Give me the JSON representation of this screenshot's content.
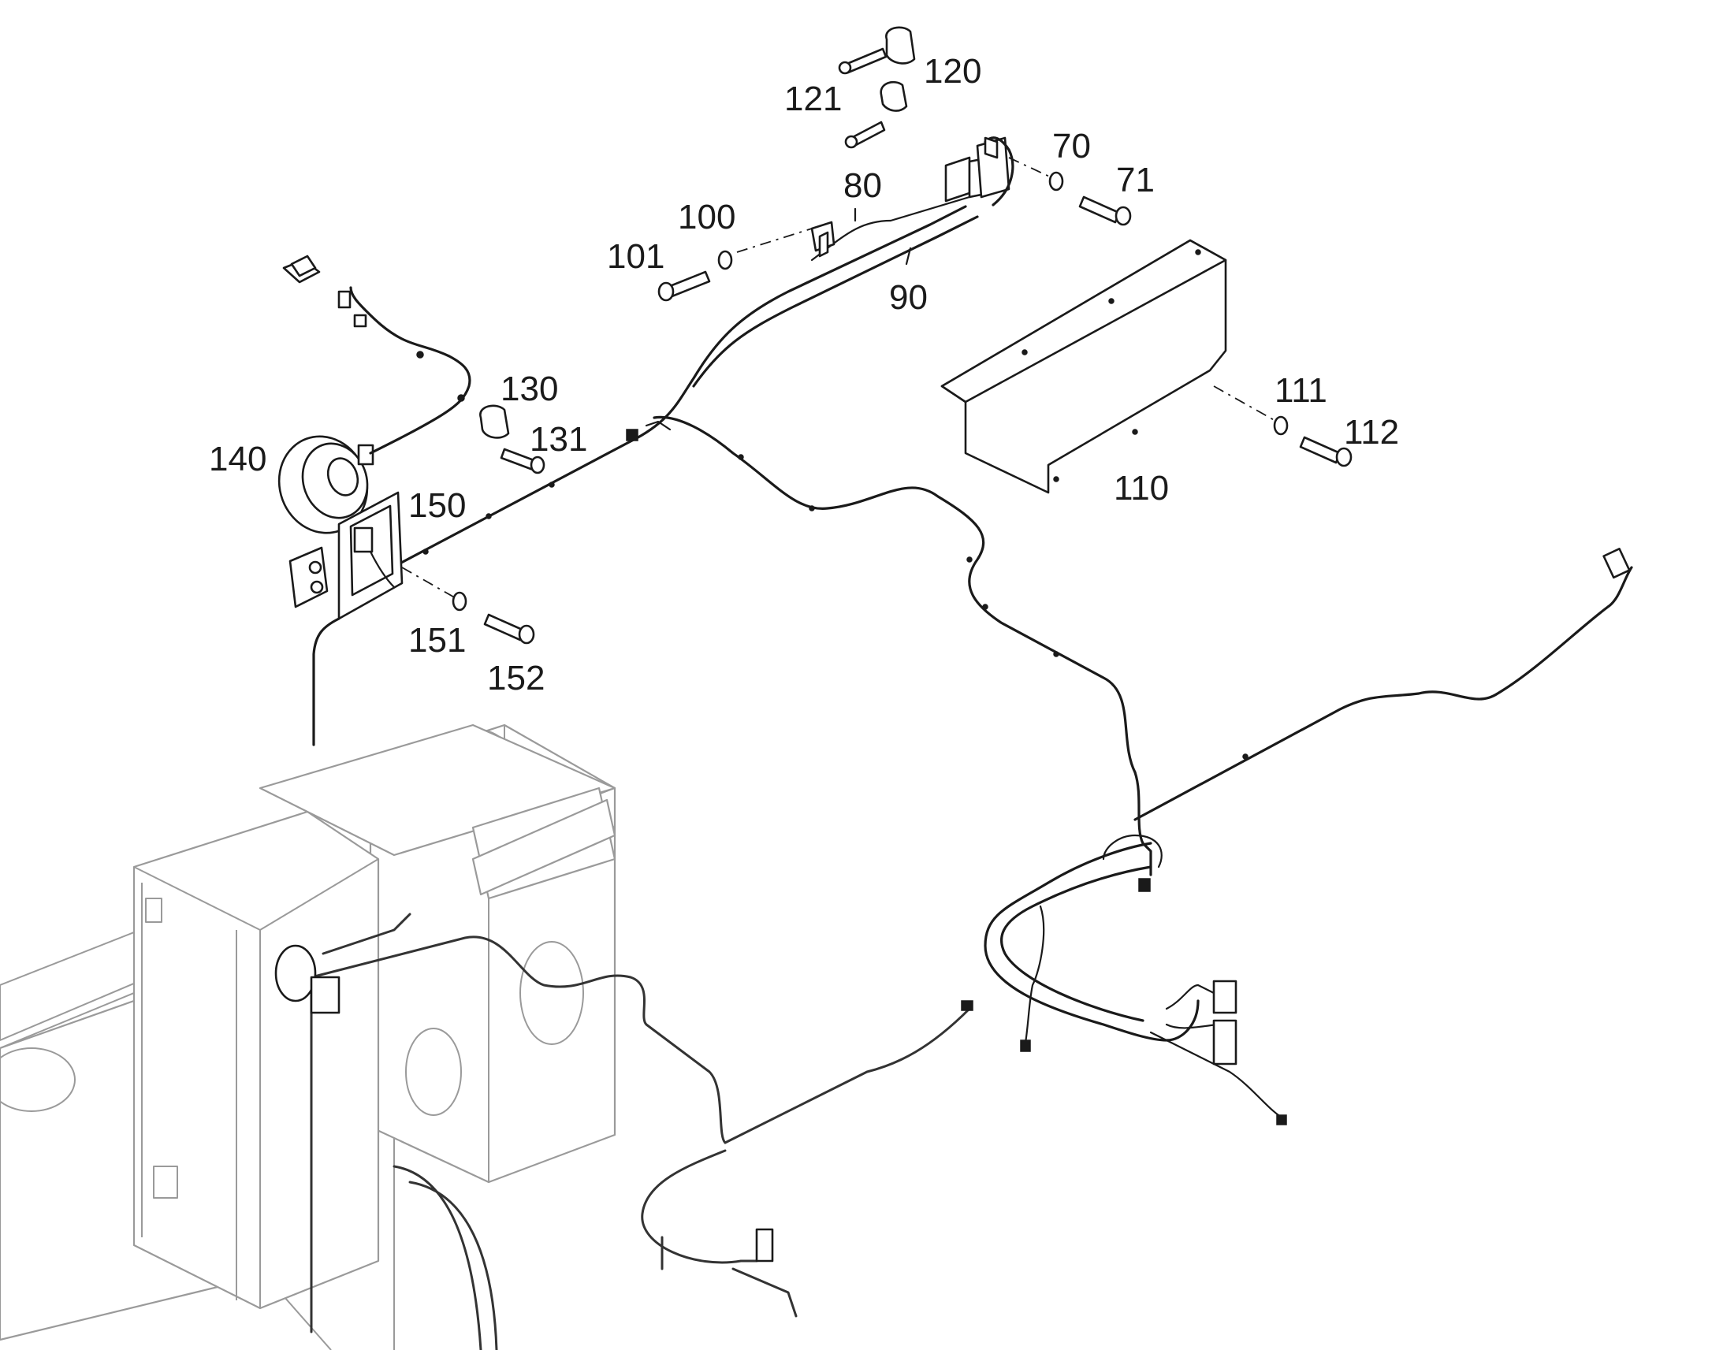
{
  "figure": {
    "callouts": {
      "c70": "70",
      "c71": "71",
      "c80": "80",
      "c90": "90",
      "c100": "100",
      "c101": "101",
      "c110": "110",
      "c111": "111",
      "c112": "112",
      "c120": "120",
      "c121": "121",
      "c130": "130",
      "c131": "131",
      "c140": "140",
      "c150": "150",
      "c151": "151",
      "c152": "152"
    },
    "colors": {
      "line": "#1a1a1a",
      "ghost": "#9a9a9a",
      "background": "#ffffff"
    }
  }
}
